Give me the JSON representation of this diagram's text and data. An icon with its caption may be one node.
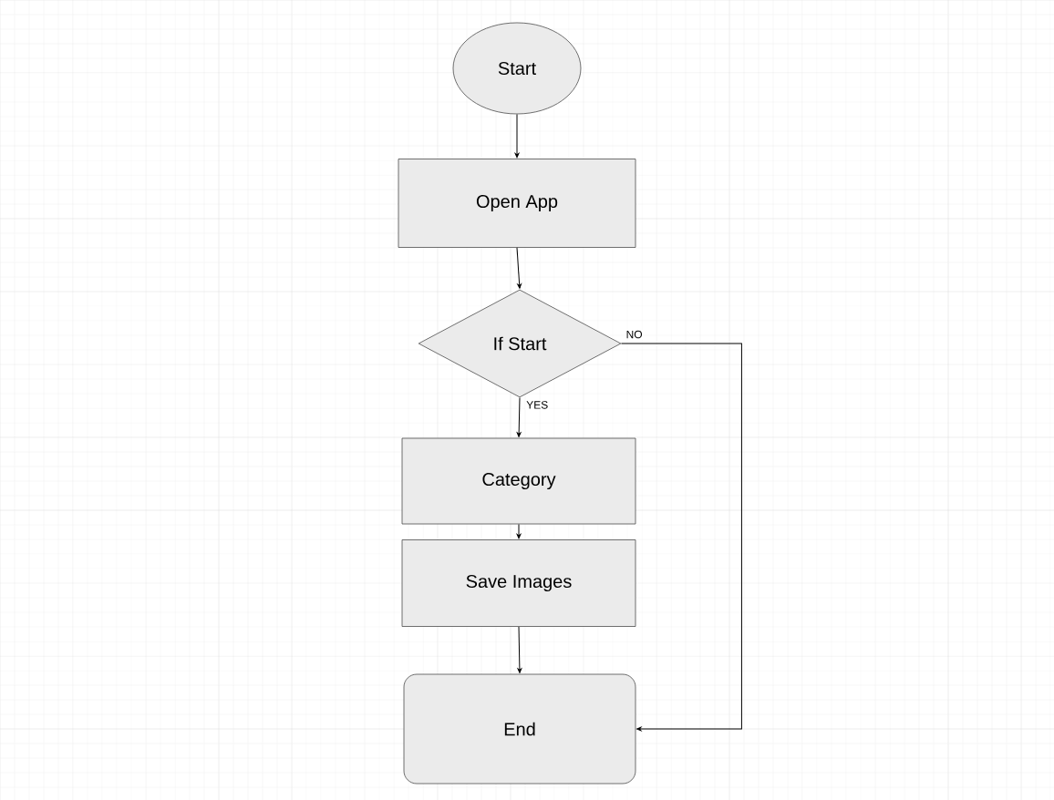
{
  "diagram": {
    "nodes": [
      {
        "text": [
          "Start"
        ]
      },
      {
        "text": [
          "Open App"
        ]
      },
      {
        "text": [
          "If Start"
        ]
      },
      {
        "text": [
          "Category"
        ]
      },
      {
        "text": [
          "Save Images"
        ]
      },
      {
        "text": [
          "End"
        ]
      }
    ],
    "edges": [
      {
        "from": 0,
        "to": 1,
        "arrow": "to"
      },
      {
        "from": 1,
        "to": 2,
        "arrow": "to"
      },
      {
        "from": 2,
        "to": 3,
        "arrow": "to",
        "label": "YES"
      },
      {
        "from": 3,
        "to": 4,
        "arrow": "to"
      },
      {
        "from": 4,
        "to": 5,
        "arrow": "to"
      },
      {
        "from": 2,
        "to": 5,
        "arrow": "to",
        "label": "NO"
      }
    ]
  }
}
